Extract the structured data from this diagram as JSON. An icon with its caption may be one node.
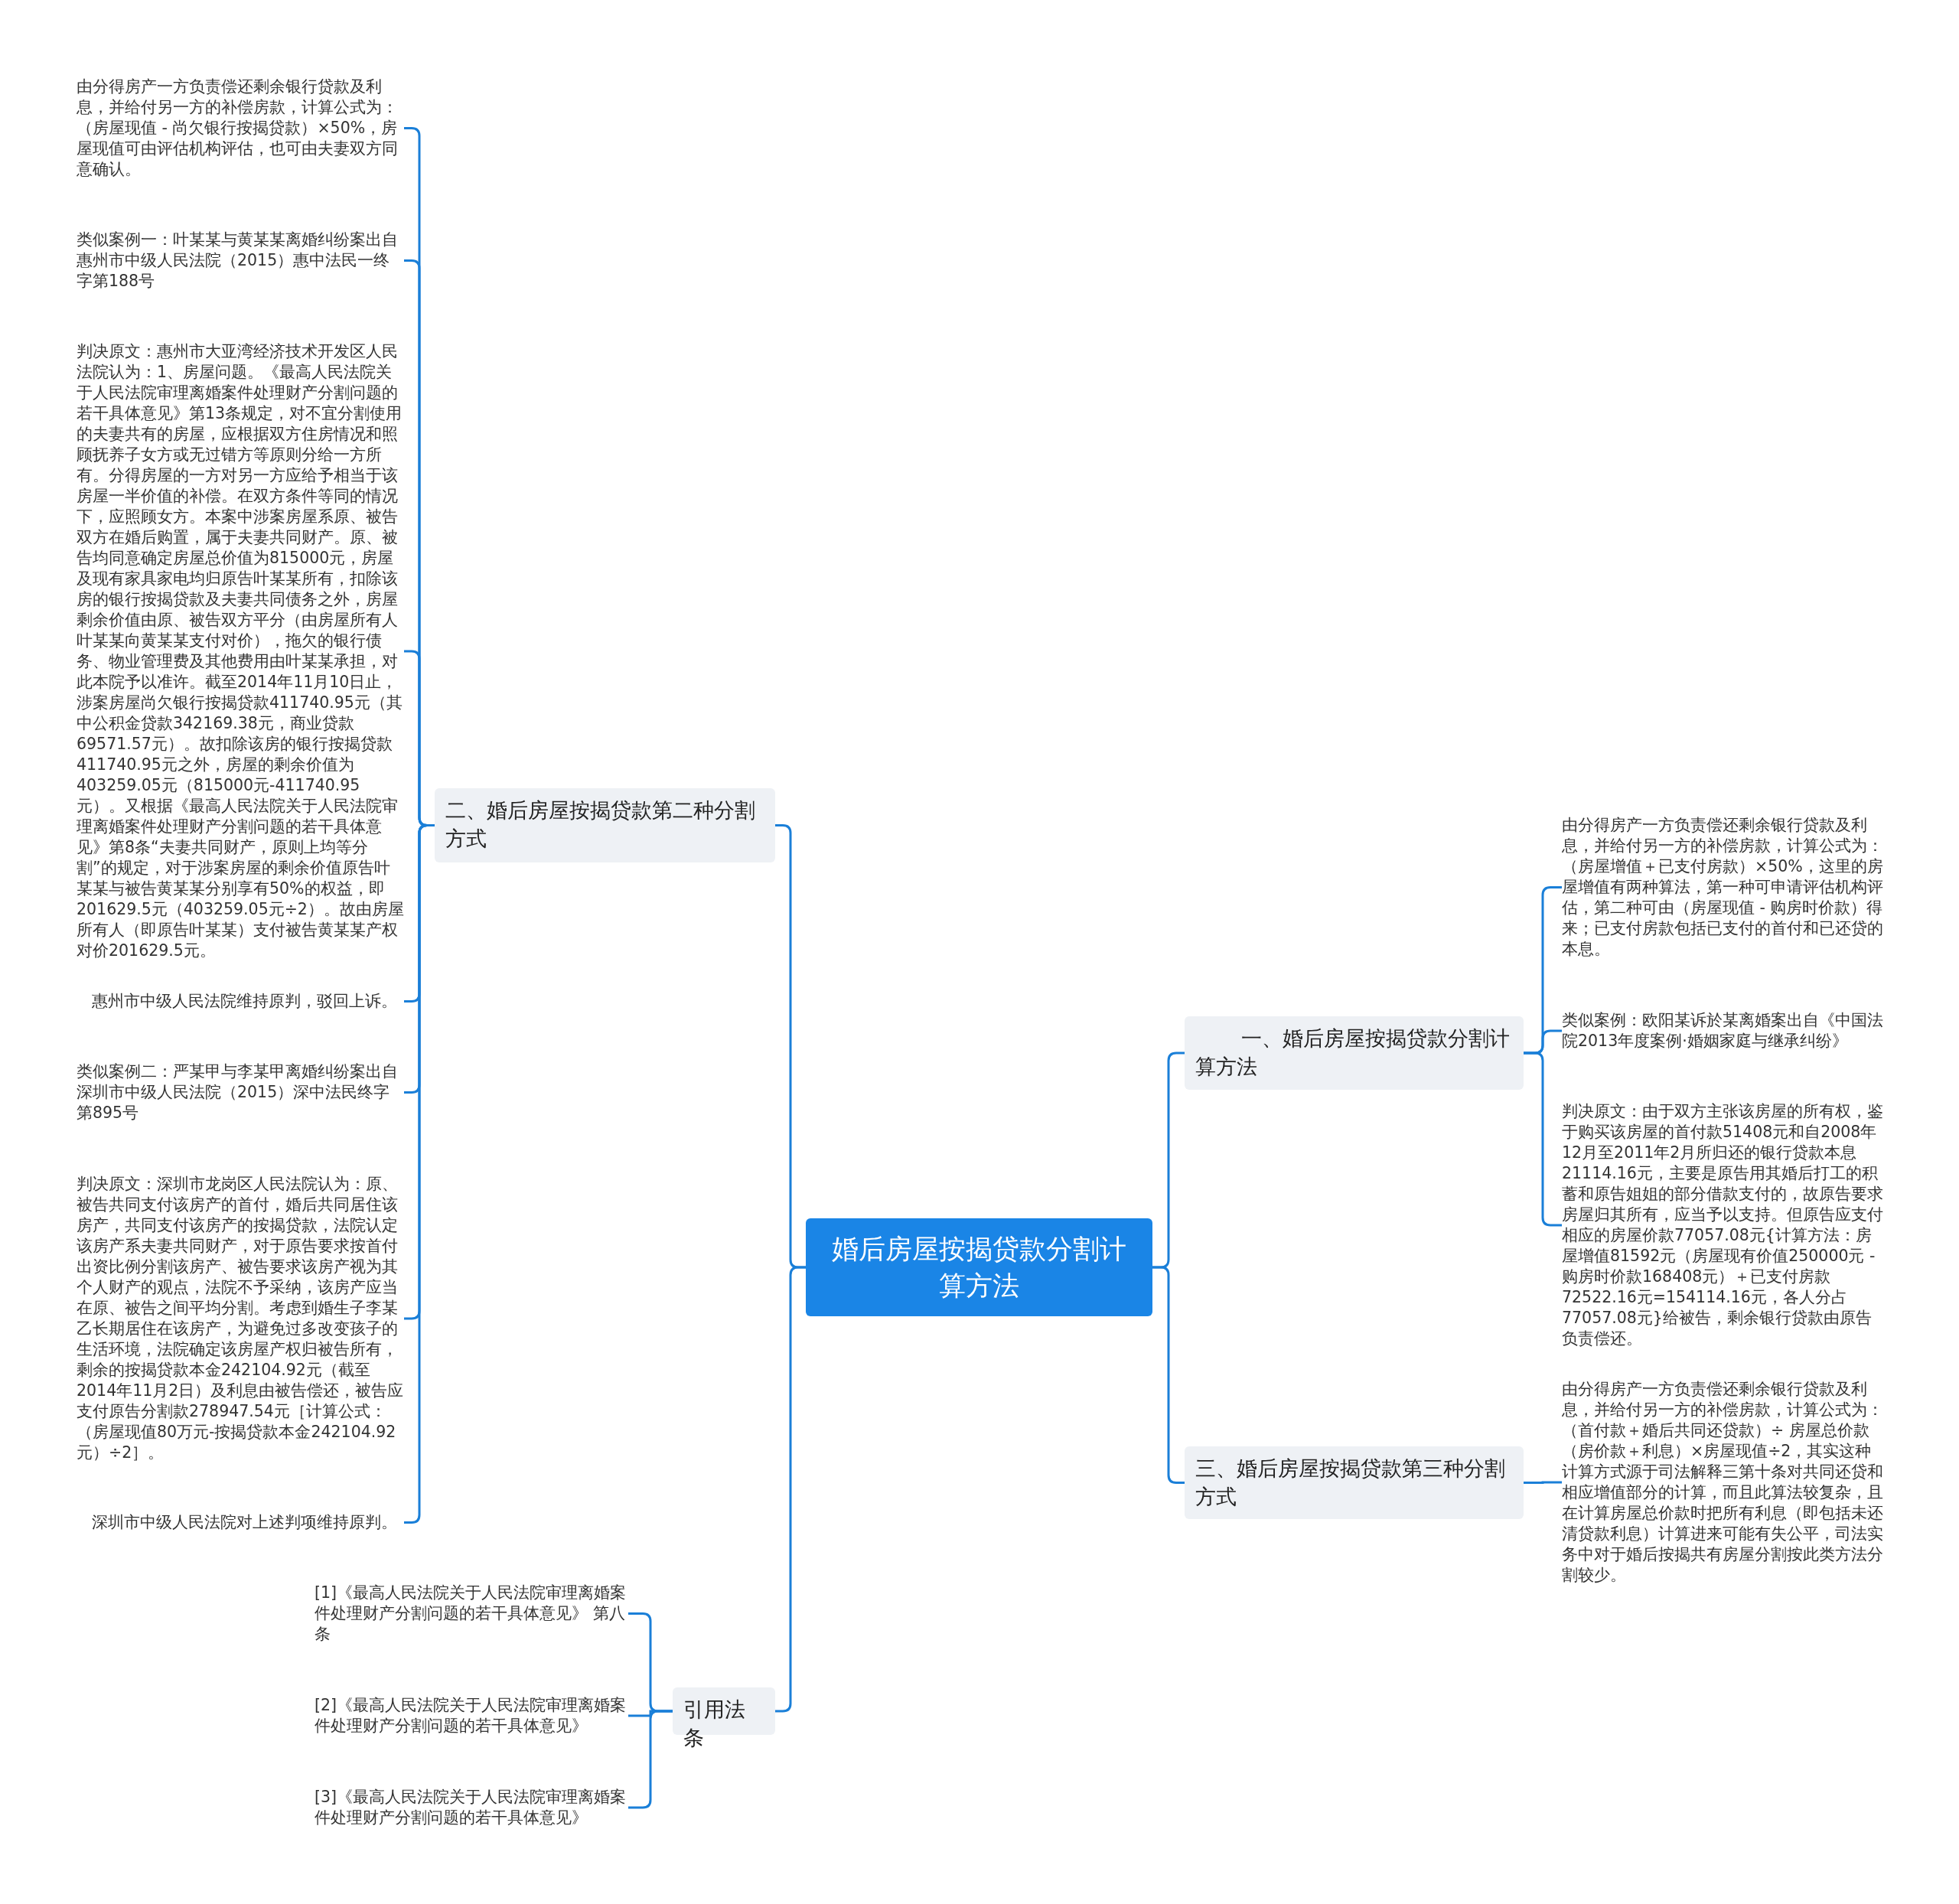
{
  "diagram": {
    "nodes": [
      {
        "text": [
          "婚后房屋按揭贷款分割计算方法"
        ]
      },
      {
        "text": [
          "二、婚后房屋按揭贷款第二种分割方式"
        ]
      },
      {
        "text": [
          "由分得房产一方负责偿还剩余银行贷款及利息，并给付另一方的补偿房款，计算公式为：（房屋现值 - 尚欠银行按揭贷款）×50%，房屋现值可由评估机构评估，也可由夫妻双方同意确认。"
        ]
      },
      {
        "text": [
          "类似案例一：叶某某与黄某某离婚纠纷案出自惠州市中级人民法院（2015）惠中法民一终字第188号"
        ]
      },
      {
        "text": [
          "判决原文：惠州市大亚湾经济技术开发区人民法院认为：1、房屋问题。《最高人民法院关于人民法院审理离婚案件处理财产分割问题的若干具体意见》第13条规定，对不宜分割使用的夫妻共有的房屋，应根据双方住房情况和照顾抚养子女方或无过错方等原则分给一方所有。分得房屋的一方对另一方应给予相当于该房屋一半价值的补偿。在双方条件等同的情况下，应照顾女方。本案中涉案房屋系原、被告双方在婚后购置，属于夫妻共同财产。原、被告均同意确定房屋总价值为815000元，房屋及现有家具家电均归原告叶某某所有，扣除该房的银行按揭贷款及夫妻共同债务之外，房屋剩余价值由原、被告双方平分（由房屋所有人叶某某向黄某某支付对价），拖欠的银行债务、物业管理费及其他费用由叶某某承担，对此本院予以准许。截至2014年11月10日止，涉案房屋尚欠银行按揭贷款411740.95元（其中公积金贷款342169.38元，商业贷款69571.57元）。故扣除该房的银行按揭贷款411740.95元之外，房屋的剩余价值为403259.05元（815000元-411740.95元）。又根据《最高人民法院关于人民法院审理离婚案件处理财产分割问题的若干具体意见》第8条“夫妻共同财产，原则上均等分割”的规定，对于涉案房屋的剩余价值原告叶某某与被告黄某某分别享有50%的权益，即201629.5元（403259.05元÷2）。故由房屋所有人（即原告叶某某）支付被告黄某某产权对价201629.5元。"
        ]
      },
      {
        "text": [
          "惠州市中级人民法院维持原判，驳回上诉。"
        ]
      },
      {
        "text": [
          "类似案例二：严某甲与李某甲离婚纠纷案出自深圳市中级人民法院（2015）深中法民终字第895号"
        ]
      },
      {
        "text": [
          "判决原文：深圳市龙岗区人民法院认为：原、被告共同支付该房产的首付，婚后共同居住该房产，共同支付该房产的按揭贷款，法院认定该房产系夫妻共同财产，对于原告要求按首付出资比例分割该房产、被告要求该房产视为其个人财产的观点，法院不予采纳，该房产应当在原、被告之间平均分割。考虑到婚生子李某乙长期居住在该房产，为避免过多改变孩子的生活环境，法院确定该房屋产权归被告所有，剩余的按揭贷款本金242104.92元（截至2014年11月2日）及利息由被告偿还，被告应支付原告分割款278947.54元［计算公式：（房屋现值80万元-按揭贷款本金242104.92元）÷2］。"
        ]
      },
      {
        "text": [
          "深圳市中级人民法院对上述判项维持原判。"
        ]
      },
      {
        "text": [
          "引用法条"
        ]
      },
      {
        "text": [
          "[1]《最高人民法院关于人民法院审理离婚案件处理财产分割问题的若干具体意见》 第八条"
        ]
      },
      {
        "text": [
          "[2]《最高人民法院关于人民法院审理离婚案件处理财产分割问题的若干具体意见》"
        ]
      },
      {
        "text": [
          "[3]《最高人民法院关于人民法院审理离婚案件处理财产分割问题的若干具体意见》"
        ]
      },
      {
        "text": [
          "一、婚后房屋按揭贷款分割计算方法"
        ]
      },
      {
        "text": [
          "由分得房产一方负责偿还剩余银行贷款及利息，并给付另一方的补偿房款，计算公式为：（房屋增值＋已支付房款）×50%，这里的房屋增值有两种算法，第一种可申请评估机构评估，第二种可由（房屋现值 - 购房时价款）得来；已支付房款包括已支付的首付和已还贷的本息。"
        ]
      },
      {
        "text": [
          "类似案例：欧阳某诉於某离婚案出自《中国法院2013年度案例·婚姻家庭与继承纠纷》"
        ]
      },
      {
        "text": [
          "判决原文：由于双方主张该房屋的所有权，鉴于购买该房屋的首付款51408元和自2008年12月至2011年2月所归还的银行贷款本息21114.16元，主要是原告用其婚后打工的积蓄和原告姐姐的部分借款支付的，故原告要求房屋归其所有，应当予以支持。但原告应支付相应的房屋价款77057.08元{计算方法：房屋增值81592元（房屋现有价值250000元 - 购房时价款168408元）＋已支付房款72522.16元=154114.16元，各人分占77057.08元}给被告，剩余银行贷款由原告负责偿还。"
        ]
      },
      {
        "text": [
          "三、婚后房屋按揭贷款第三种分割方式"
        ]
      },
      {
        "text": [
          "由分得房产一方负责偿还剩余银行贷款及利息，并给付另一方的补偿房款，计算公式为：（首付款＋婚后共同还贷款）÷ 房屋总价款（房价款＋利息）×房屋现值÷2，其实这种计算方式源于司法解释三第十条对共同还贷和相应增值部分的计算，而且此算法较复杂，且在计算房屋总价款时把所有利息（即包括未还清贷款利息）计算进来可能有失公平，司法实务中对于婚后按揭共有房屋分割按此类方法分割较少。"
        ]
      }
    ],
    "edges": [
      {
        "from": 0,
        "to": 1,
        "arrow": "none"
      },
      {
        "from": 1,
        "to": 2,
        "arrow": "none"
      },
      {
        "from": 1,
        "to": 3,
        "arrow": "none"
      },
      {
        "from": 1,
        "to": 4,
        "arrow": "none"
      },
      {
        "from": 1,
        "to": 5,
        "arrow": "none"
      },
      {
        "from": 1,
        "to": 6,
        "arrow": "none"
      },
      {
        "from": 1,
        "to": 7,
        "arrow": "none"
      },
      {
        "from": 1,
        "to": 8,
        "arrow": "none"
      },
      {
        "from": 0,
        "to": 9,
        "arrow": "none"
      },
      {
        "from": 9,
        "to": 10,
        "arrow": "none"
      },
      {
        "from": 9,
        "to": 11,
        "arrow": "none"
      },
      {
        "from": 9,
        "to": 12,
        "arrow": "none"
      },
      {
        "from": 0,
        "to": 13,
        "arrow": "none"
      },
      {
        "from": 13,
        "to": 14,
        "arrow": "none"
      },
      {
        "from": 13,
        "to": 15,
        "arrow": "none"
      },
      {
        "from": 13,
        "to": 16,
        "arrow": "none"
      },
      {
        "from": 0,
        "to": 17,
        "arrow": "none"
      },
      {
        "from": 17,
        "to": 18,
        "arrow": "none"
      }
    ]
  }
}
